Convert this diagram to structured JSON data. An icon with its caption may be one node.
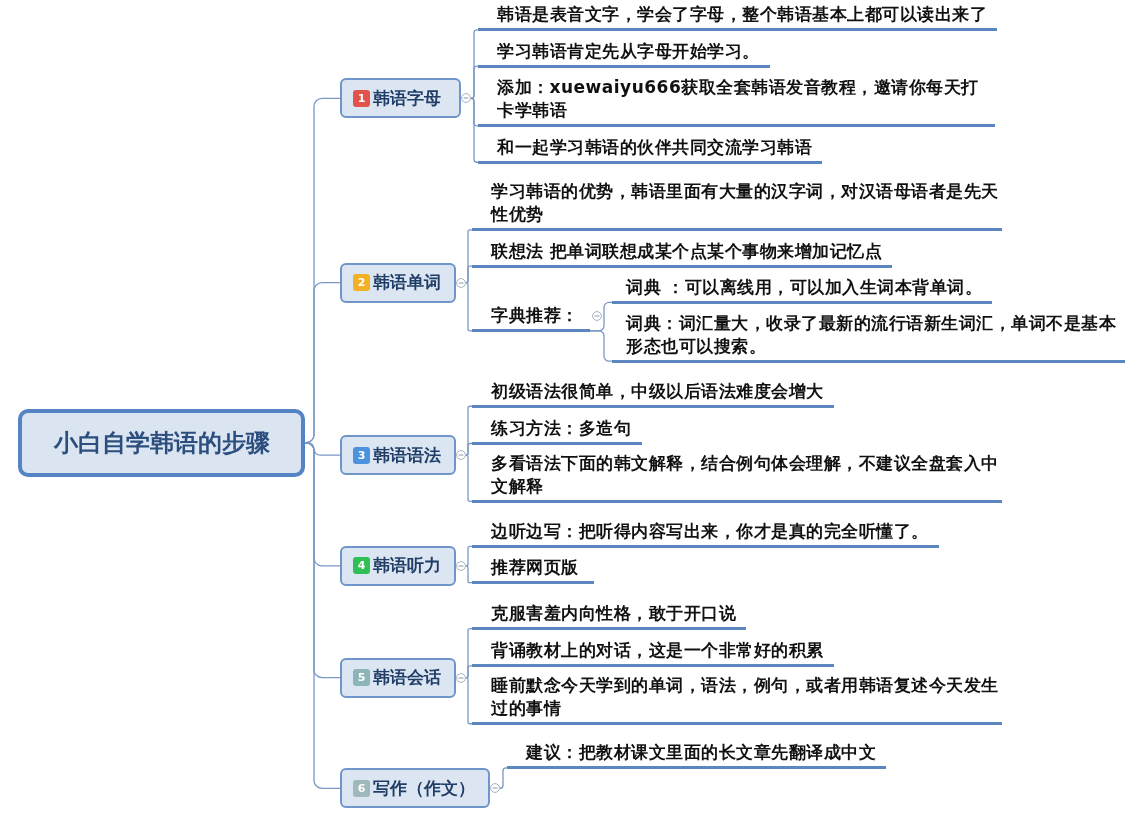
{
  "diagram": {
    "nodes": [
      {
        "text": [
          "小白自学韩语的步骤"
        ]
      },
      {
        "text": [
          "1",
          "韩语字母"
        ]
      },
      {
        "text": [
          "韩语是表音文字，学会了字母，整个韩语基本上都可以读出来了"
        ]
      },
      {
        "text": [
          "学习韩语肯定先从字母开始学习。"
        ]
      },
      {
        "text": [
          "添加：xuewaiyu666获取全套韩语发音教程，邀请你每天打卡学韩语"
        ]
      },
      {
        "text": [
          "和一起学习韩语的伙伴共同交流学习韩语"
        ]
      },
      {
        "text": [
          "2",
          "韩语单词"
        ]
      },
      {
        "text": [
          "学习韩语的优势，韩语里面有大量的汉字词，对汉语母语者是先天性优势"
        ]
      },
      {
        "text": [
          "联想法 把单词联想成某个点某个事物来增加记忆点"
        ]
      },
      {
        "text": [
          "字典推荐："
        ]
      },
      {
        "text": [
          "词典 ：可以离线用，可以加入生词本背单词。"
        ]
      },
      {
        "text": [
          "词典：词汇量大，收录了最新的流行语新生词汇，单词不是基本形态也可以搜索。"
        ]
      },
      {
        "text": [
          "3",
          "韩语语法"
        ]
      },
      {
        "text": [
          "初级语法很简单，中级以后语法难度会增大"
        ]
      },
      {
        "text": [
          "练习方法：多造句"
        ]
      },
      {
        "text": [
          "多看语法下面的韩文解释，结合例句体会理解，不建议全盘套入中文解释"
        ]
      },
      {
        "text": [
          "4",
          "韩语听力"
        ]
      },
      {
        "text": [
          "边听边写：把听得内容写出来，你才是真的完全听懂了。"
        ]
      },
      {
        "text": [
          "推荐网页版"
        ]
      },
      {
        "text": [
          "5",
          "韩语会话"
        ]
      },
      {
        "text": [
          "克服害羞内向性格，敢于开口说"
        ]
      },
      {
        "text": [
          "背诵教材上的对话，这是一个非常好的积累"
        ]
      },
      {
        "text": [
          "睡前默念今天学到的单词，语法，例句，或者用韩语复述今天发生过的事情"
        ]
      },
      {
        "text": [
          "6",
          "写作（作文）"
        ]
      },
      {
        "text": [
          "建议：把教材课文里面的长文章先翻译成中文"
        ]
      }
    ],
    "edges": [
      {
        "from": 0,
        "to": 1,
        "arrow": "none"
      },
      {
        "from": 0,
        "to": 6,
        "arrow": "none"
      },
      {
        "from": 0,
        "to": 12,
        "arrow": "none"
      },
      {
        "from": 0,
        "to": 16,
        "arrow": "none"
      },
      {
        "from": 0,
        "to": 19,
        "arrow": "none"
      },
      {
        "from": 0,
        "to": 23,
        "arrow": "none"
      },
      {
        "from": 1,
        "to": 2,
        "arrow": "none"
      },
      {
        "from": 1,
        "to": 3,
        "arrow": "none"
      },
      {
        "from": 1,
        "to": 4,
        "arrow": "none"
      },
      {
        "from": 1,
        "to": 5,
        "arrow": "none"
      },
      {
        "from": 6,
        "to": 7,
        "arrow": "none"
      },
      {
        "from": 6,
        "to": 8,
        "arrow": "none"
      },
      {
        "from": 6,
        "to": 9,
        "arrow": "none"
      },
      {
        "from": 9,
        "to": 10,
        "arrow": "none"
      },
      {
        "from": 9,
        "to": 11,
        "arrow": "none"
      },
      {
        "from": 12,
        "to": 13,
        "arrow": "none"
      },
      {
        "from": 12,
        "to": 14,
        "arrow": "none"
      },
      {
        "from": 12,
        "to": 15,
        "arrow": "none"
      },
      {
        "from": 16,
        "to": 17,
        "arrow": "none"
      },
      {
        "from": 16,
        "to": 18,
        "arrow": "none"
      },
      {
        "from": 19,
        "to": 20,
        "arrow": "none"
      },
      {
        "from": 19,
        "to": 21,
        "arrow": "none"
      },
      {
        "from": 19,
        "to": 22,
        "arrow": "none"
      },
      {
        "from": 23,
        "to": 24,
        "arrow": "none"
      }
    ]
  }
}
